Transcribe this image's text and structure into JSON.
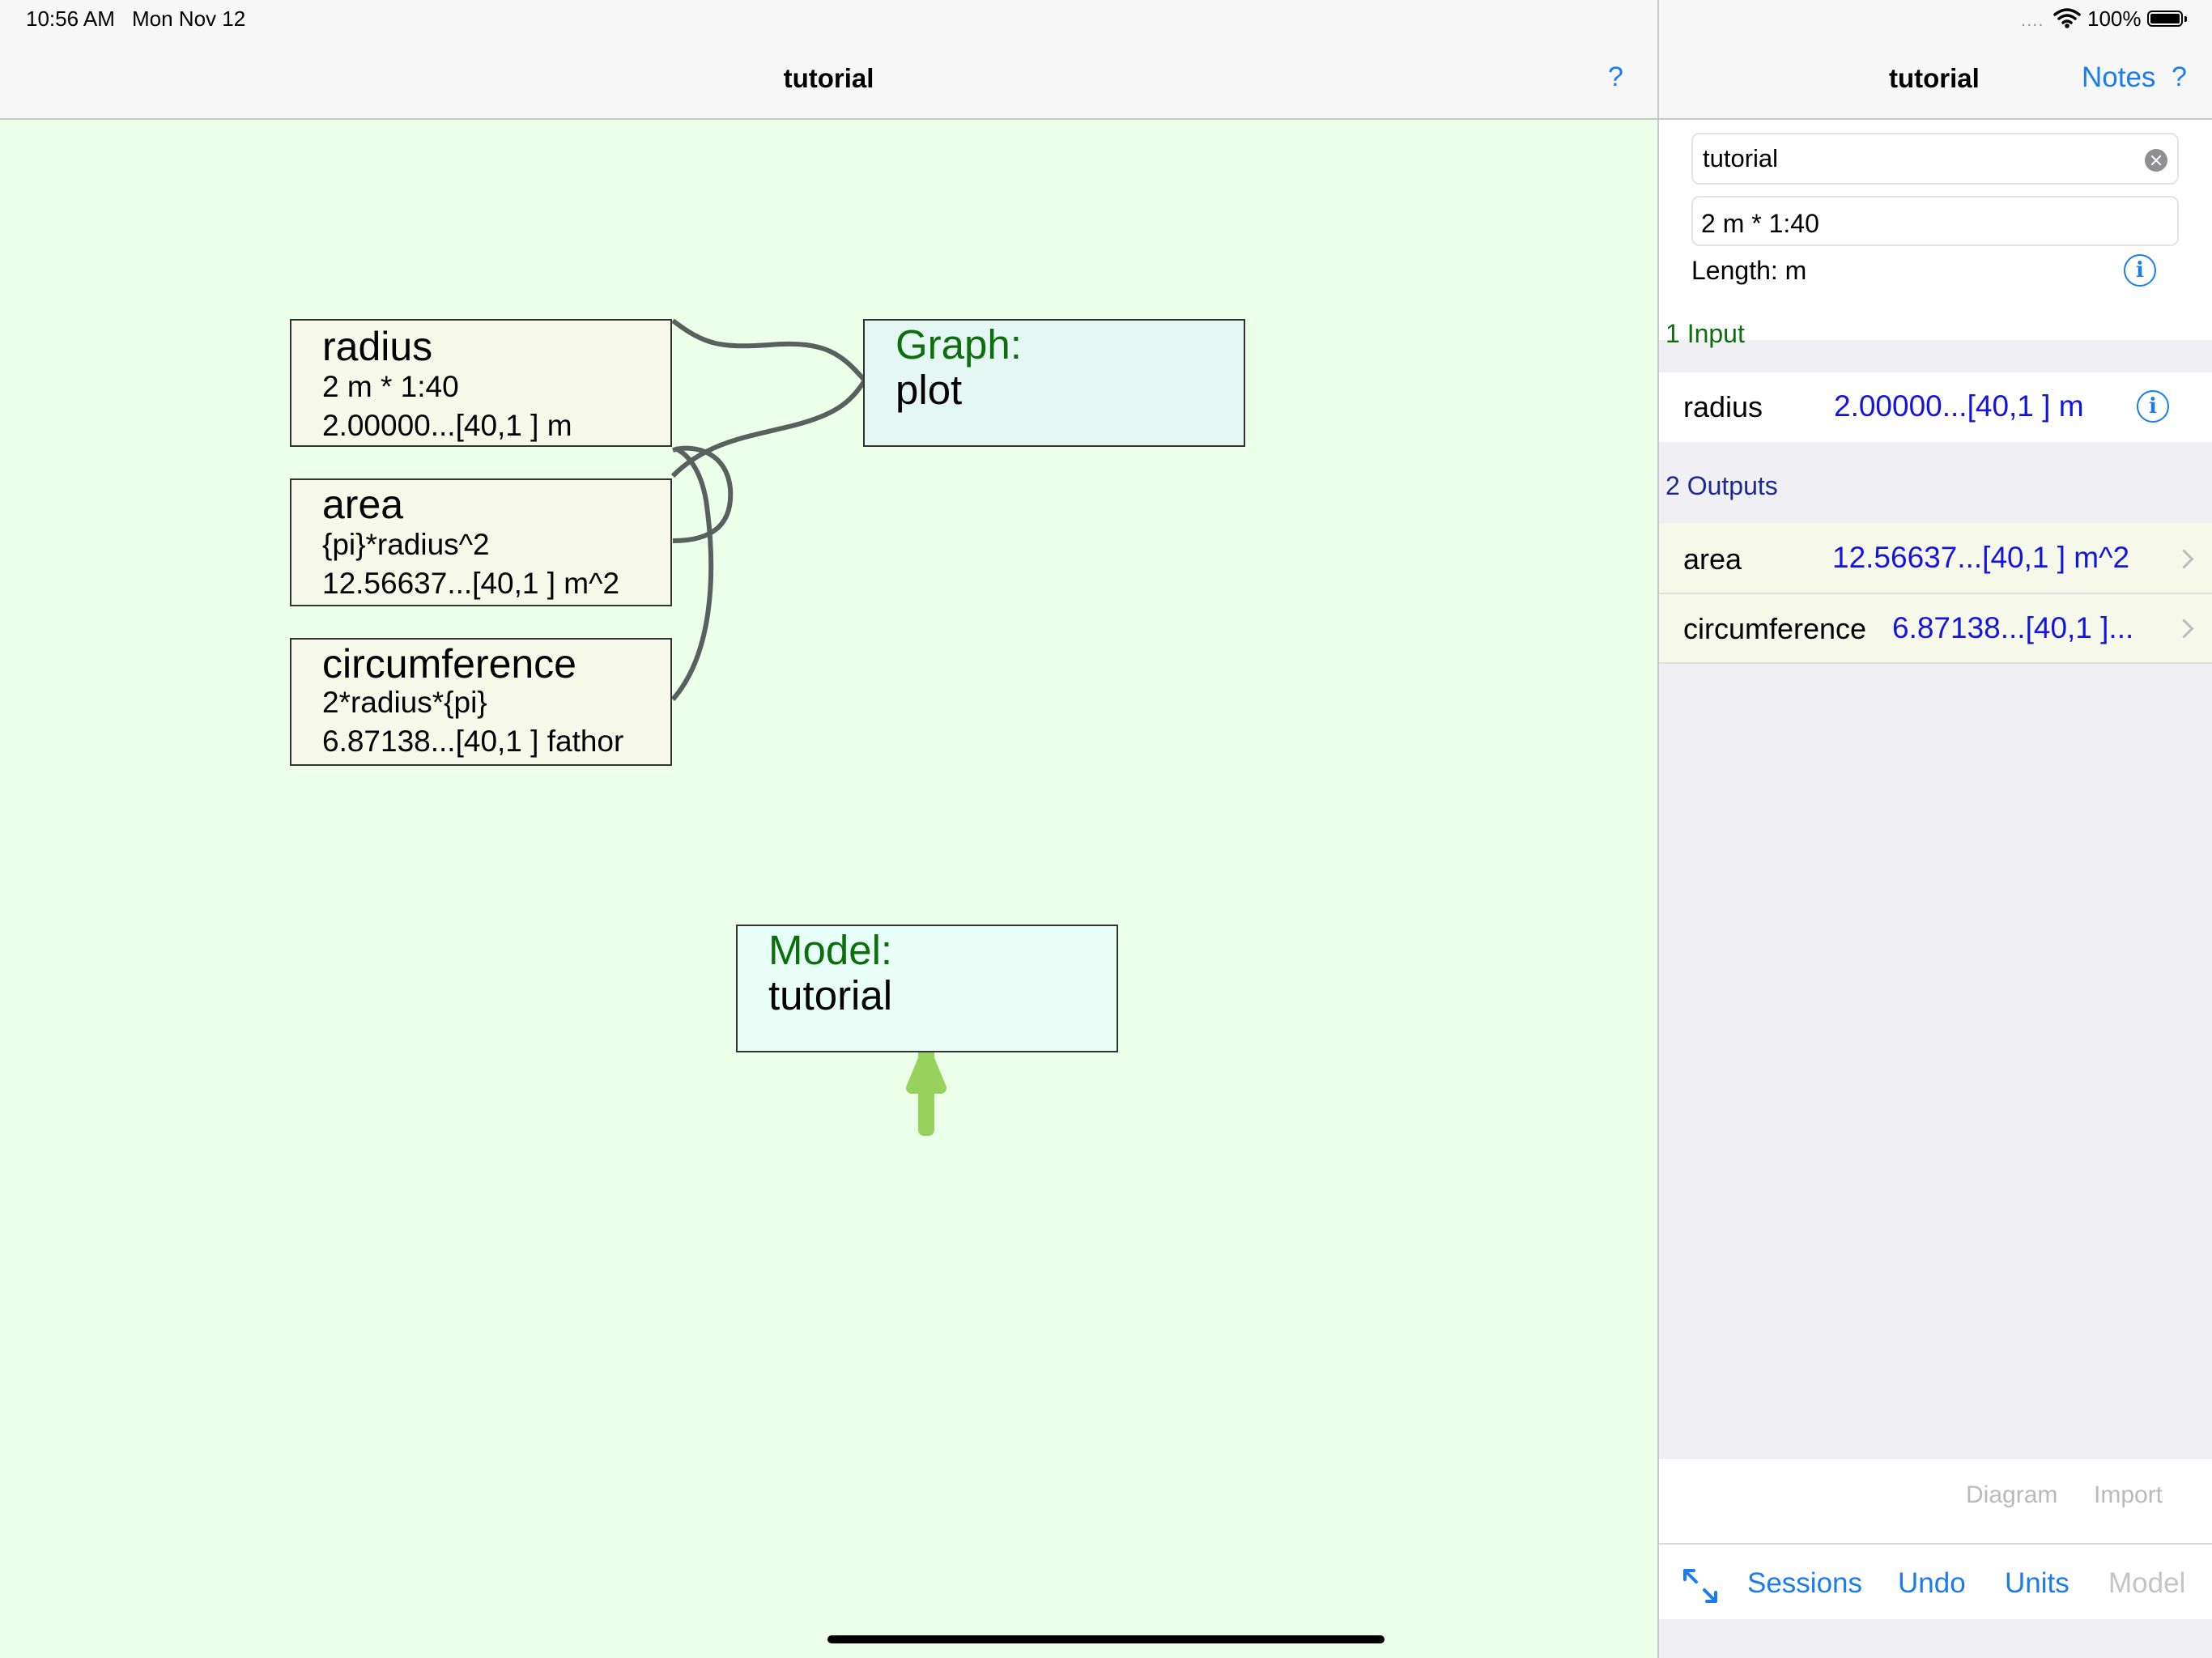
{
  "status_bar": {
    "time": "10:56 AM",
    "date": "Mon Nov 12",
    "signal": "....",
    "battery_percent": "100%",
    "battery_level": 1.0
  },
  "left": {
    "title": "tutorial",
    "help": "?"
  },
  "diagram": {
    "radius": {
      "name": "radius",
      "formula": "2 m * 1:40",
      "value": "2.00000...[40,1 ] m"
    },
    "area": {
      "name": "area",
      "formula": "{pi}*radius^2",
      "value": "12.56637...[40,1 ] m^2"
    },
    "circumference": {
      "name": "circumference",
      "formula": "2*radius*{pi}",
      "value": "6.87138...[40,1 ] fathor"
    },
    "graph": {
      "label": "Graph:",
      "value": "plot"
    },
    "model": {
      "label": "Model:",
      "value": "tutorial"
    }
  },
  "right": {
    "title": "tutorial",
    "notes": "Notes",
    "help": "?",
    "name_field_value": "tutorial",
    "expression_value": "2 m * 1:40",
    "units_label": "Length: m",
    "inputs_header": "1 Input",
    "inputs": [
      {
        "name": "radius",
        "value": "2.00000...[40,1 ] m"
      }
    ],
    "outputs_header": "2 Outputs",
    "outputs": [
      {
        "name": "area",
        "value": "12.56637...[40,1 ] m^2"
      },
      {
        "name": "circumference",
        "value": "6.87138...[40,1 ]..."
      }
    ],
    "diagram_button": "Diagram",
    "import_button": "Import",
    "toolbar": {
      "sessions": "Sessions",
      "undo": "Undo",
      "units": "Units",
      "model": "Model"
    }
  },
  "colors": {
    "accent": "#1a7cf2",
    "canvas_background": "#ecffe9",
    "value_blue": "#1414e0",
    "section_green": "#0c6e0c",
    "section_navy": "#1b2a8c",
    "arrow_green": "#97d35c",
    "link_gray": "#5a6060"
  }
}
